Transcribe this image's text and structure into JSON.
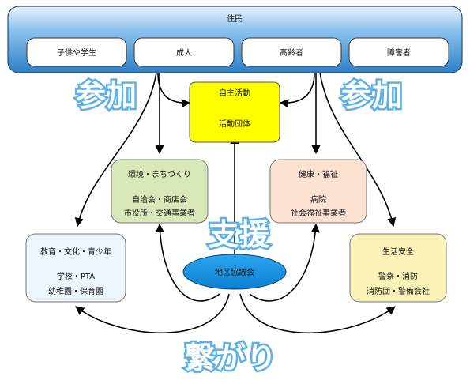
{
  "residents": {
    "title": "住民",
    "groups": [
      "子供や学生",
      "成人",
      "高齢者",
      "障害者"
    ]
  },
  "self_activity": {
    "line1": "自主活動",
    "line2": "活動団体"
  },
  "environment": {
    "line1": "環境・まちづくり",
    "line2": "自治会・商店会",
    "line3": "市役所・交通事業者"
  },
  "health": {
    "line1": "健康・福祉",
    "line2": "病院",
    "line3": "社会福祉事業者"
  },
  "education": {
    "line1": "教育・文化・青少年",
    "line2": "学校・PTA",
    "line3": "幼稚園・保育園"
  },
  "safety": {
    "line1": "生活安全",
    "line2": "警察・消防",
    "line3": "消防団・警備会社"
  },
  "council": {
    "label": "地区協議会"
  },
  "keywords": {
    "participation": "参加",
    "support": "支援",
    "connection": "繋がり"
  },
  "colors": {
    "residents_band": "#3f8fd4",
    "self_activity": "#ffff00",
    "environment": "#d9e8b8",
    "health": "#fde2d2",
    "education": "#eef6fd",
    "safety": "#fbf2b8",
    "council": "#1c93e6",
    "keyword_glow": "#5fb0e6"
  }
}
